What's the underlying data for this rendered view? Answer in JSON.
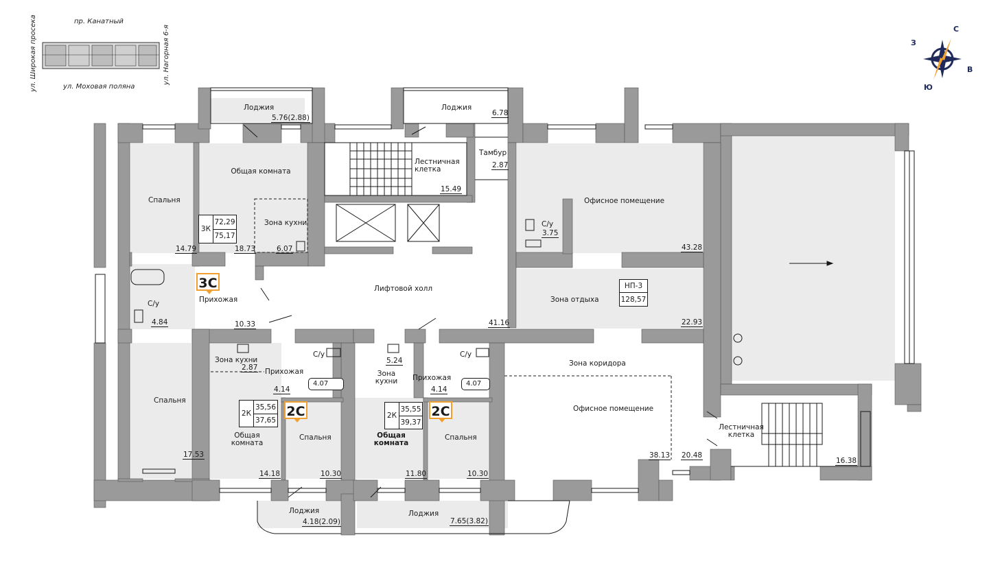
{
  "streets": {
    "north": "пр. Канатный",
    "south": "ул. Моховая поляна",
    "west": "ул. Широкая просека",
    "east": "ул. Нагорная 6-я"
  },
  "compass": {
    "north": "С",
    "west": "З",
    "east": "В",
    "south": "Ю",
    "arrow_color": "#f0a030",
    "ring_color": "#1f2a5a"
  },
  "colors": {
    "wall": "#9a9a9a",
    "room_fill": "#ebebeb",
    "badge_border": "#f0a030"
  },
  "apartment_3k": {
    "badge": "3С",
    "rooms_label": "3К",
    "area_living": "72,29",
    "area_total": "75,17",
    "rooms": [
      {
        "name": "Спальня",
        "area": "14.79"
      },
      {
        "name": "Общая комната",
        "area": "18.73"
      },
      {
        "name": "Зона кухни",
        "area": "6.07"
      },
      {
        "name": "С/у",
        "area": "4.84"
      },
      {
        "name": "Прихожая",
        "area": "10.33"
      },
      {
        "name": "Спальня",
        "area": "17.53"
      }
    ],
    "loggia": {
      "name": "Лоджия",
      "area": "5.76(2.88)"
    }
  },
  "apartment_2k_left": {
    "badge": "2С",
    "rooms_label": "2К",
    "area_living": "35,56",
    "area_total": "37,65",
    "rooms": [
      {
        "name": "Зона кухни",
        "area": "2.87"
      },
      {
        "name": "Прихожая",
        "area": "4.14"
      },
      {
        "name": "С/у",
        "area": "4.07"
      },
      {
        "name": "Общая комната",
        "area": "14.18"
      },
      {
        "name": "Спальня",
        "area": "10.30"
      }
    ],
    "loggia": {
      "name": "Лоджия",
      "area": "4.18(2.09)"
    }
  },
  "apartment_2k_right": {
    "badge": "2С",
    "rooms_label": "2К",
    "area_living": "35,55",
    "area_total": "39,37",
    "rooms": [
      {
        "name": "Зона кухни",
        "area": "5.24"
      },
      {
        "name": "Прихожая",
        "area": "4.14"
      },
      {
        "name": "С/у",
        "area": "4.07"
      },
      {
        "name": "Общая комната",
        "area": "11.80"
      },
      {
        "name": "Спальня",
        "area": "10.30"
      }
    ],
    "loggia": {
      "name": "Лоджия",
      "area": "7.65(3.82)"
    }
  },
  "common": {
    "loggia_top": {
      "name": "Лоджия",
      "area": "6.78"
    },
    "stair_top": {
      "name": "Лестничная клетка",
      "area": "15.49"
    },
    "tambur": {
      "name": "Тамбур",
      "area": "2.87"
    },
    "lift_hall": {
      "name": "Лифтовой холл",
      "area": "41.16"
    },
    "stair_right": {
      "name": "Лестничная клетка",
      "area": "16.38"
    }
  },
  "office": {
    "code": "НП-3",
    "total": "128,57",
    "rooms": [
      {
        "name": "Офисное помещение",
        "area": "43.28"
      },
      {
        "name": "С/у",
        "area": "3.75"
      },
      {
        "name": "Зона отдыха",
        "area": "22.93"
      },
      {
        "name": "Зона коридора",
        "area": "20.48"
      },
      {
        "name": "Офисное помещение",
        "area": "38.13"
      }
    ]
  }
}
